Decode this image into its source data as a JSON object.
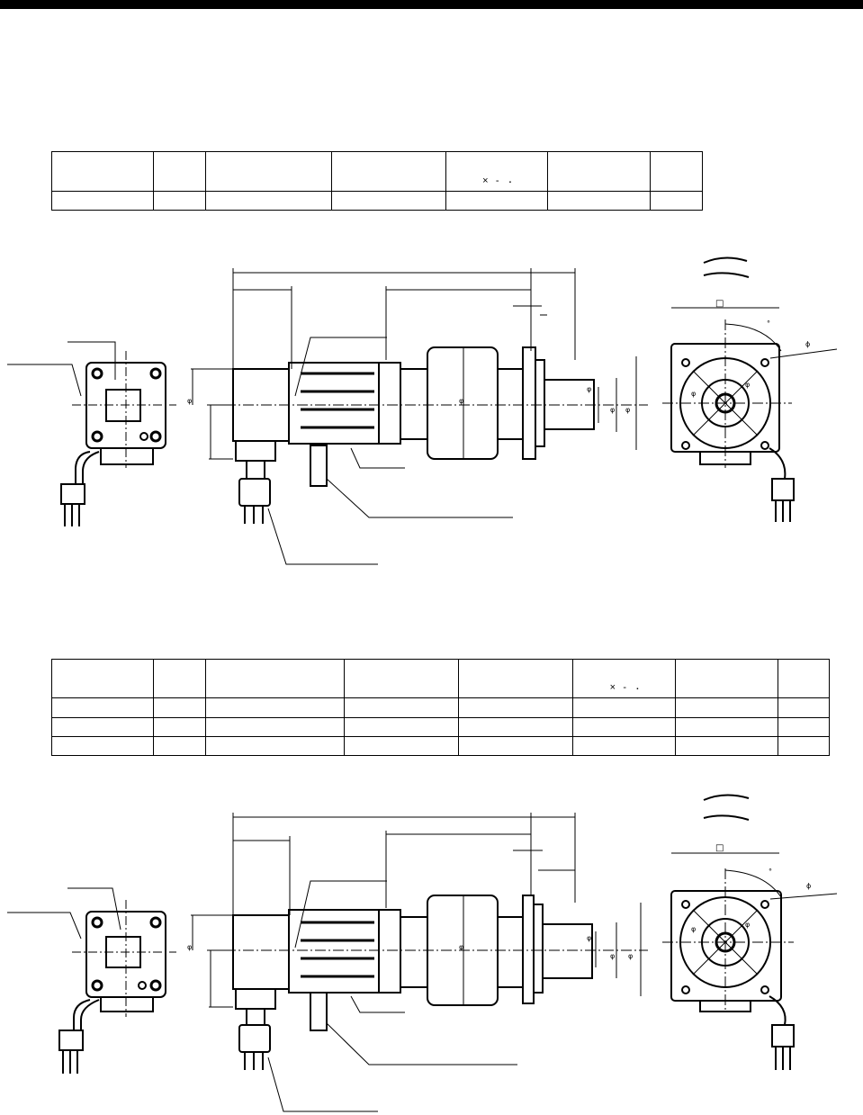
{
  "page": {
    "header_rule": true
  },
  "table1": {
    "mark_times": "×",
    "mark_dash": "-",
    "mark_dot": "▪"
  },
  "table2": {
    "mark_times": "×",
    "mark_dash": "-",
    "mark_dot": "▪"
  },
  "drawing1": {
    "square_symbol": "□",
    "diameter_symbol": "ϕ",
    "phi_symbol": "φ",
    "degree_symbol": "°"
  },
  "drawing2": {
    "square_symbol": "□",
    "diameter_symbol": "ϕ",
    "phi_symbol": "φ",
    "degree_symbol": "°"
  },
  "colors": {
    "ink": "#000000",
    "paper": "#ffffff"
  }
}
